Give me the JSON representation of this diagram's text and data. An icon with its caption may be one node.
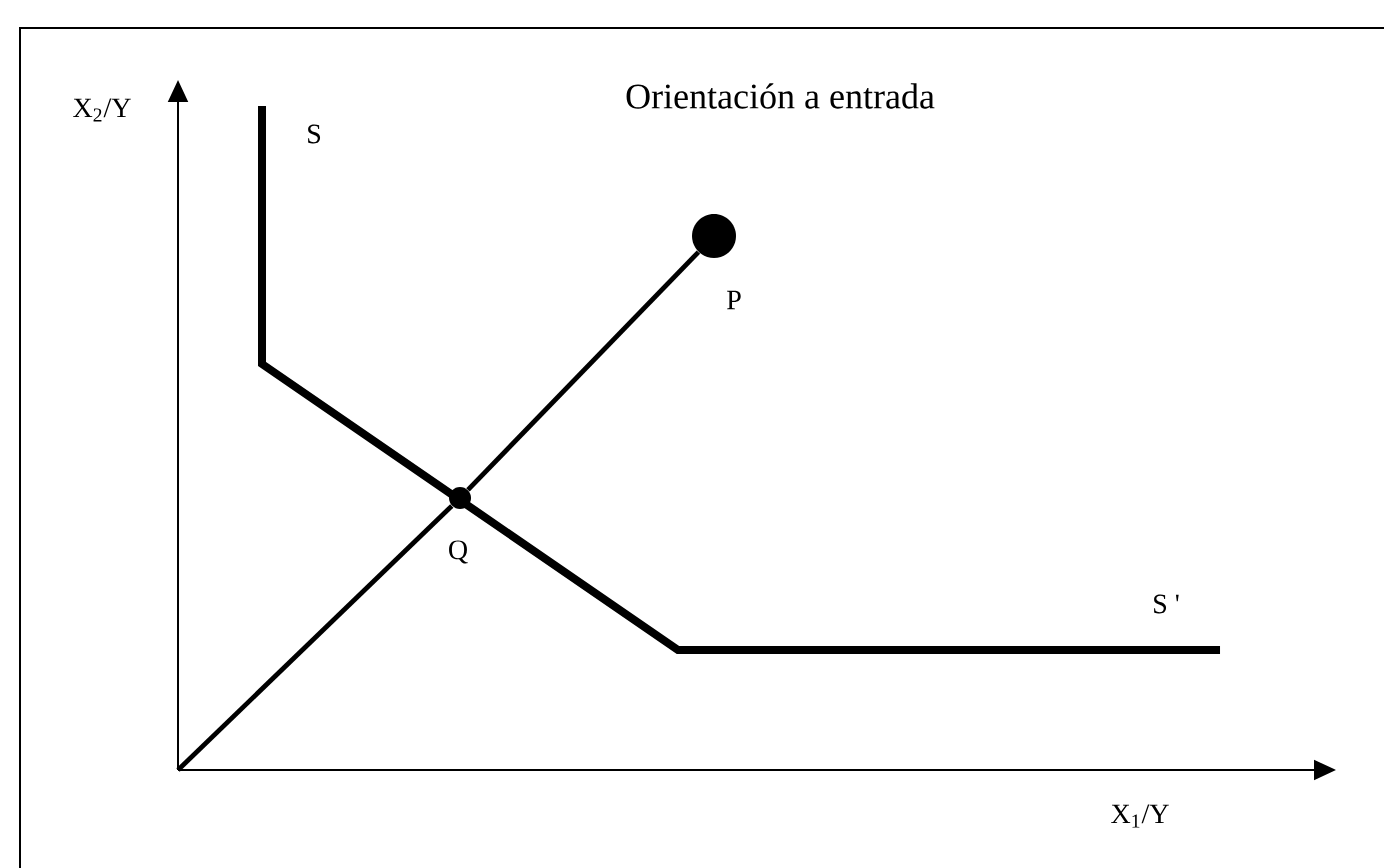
{
  "diagram": {
    "title": "Orientación a entrada",
    "nodes": [
      {
        "text": [],
        "shape": "circle",
        "beside": [
          "P"
        ]
      },
      {
        "text": [],
        "shape": "circle",
        "beside": [
          "Q"
        ]
      }
    ],
    "edges": [
      {
        "from": null,
        "to": 1,
        "arrow": "none"
      },
      {
        "from": 1,
        "to": 0,
        "arrow": "none"
      }
    ],
    "labels": [
      "X$_{2}$/Y",
      "S",
      "S '",
      "X$_{1}$/Y"
    ]
  }
}
